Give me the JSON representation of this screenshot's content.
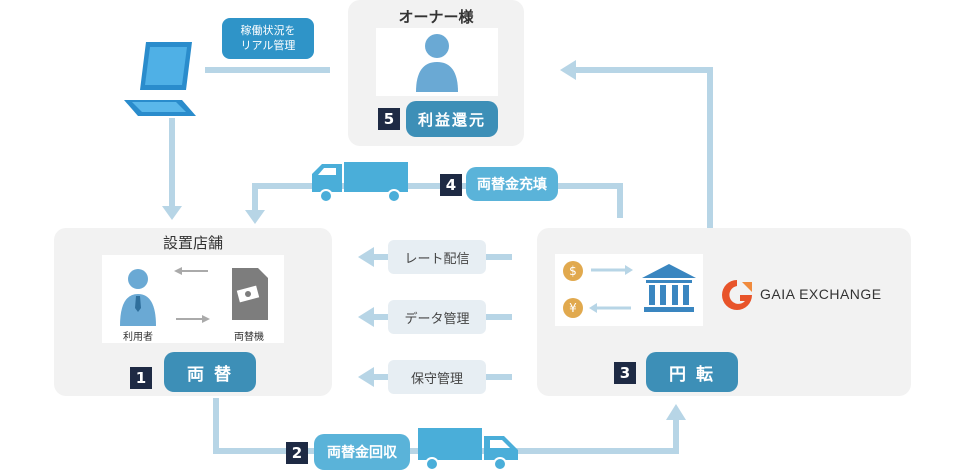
{
  "owner": {
    "title": "オーナー様",
    "step_number": "5",
    "step_label": "利益還元"
  },
  "store": {
    "title": "設置店舗",
    "user_label": "利用者",
    "machine_label": "両替機",
    "step_number": "1",
    "step_label": "両 替"
  },
  "exchange": {
    "step_number": "3",
    "step_label": "円 転",
    "logo_text": "GAIA EXCHANGE"
  },
  "monitor": {
    "bubble_line1": "稼働状況を",
    "bubble_line2": "リアル管理"
  },
  "refill": {
    "step_number": "4",
    "step_label": "両替金充填"
  },
  "collect": {
    "step_number": "2",
    "step_label": "両替金回収"
  },
  "services": [
    "レート配信",
    "データ管理",
    "保守管理"
  ],
  "colors": {
    "arrow": "#b7d5e6",
    "dark_pill": "#3d8fb7",
    "truck": "#4aaed9",
    "step_badge": "#1e2a44",
    "logo_red": "#e8542a"
  }
}
